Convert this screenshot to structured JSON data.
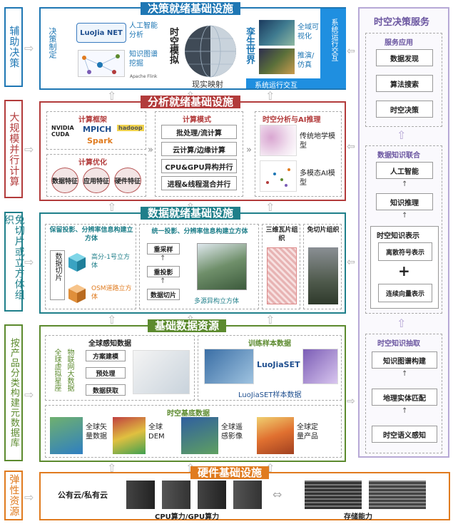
{
  "sidebar": {
    "items": [
      {
        "label": "辅助决策",
        "color": "#1f77b4"
      },
      {
        "label": "大规模并行计算",
        "color": "#b23b3b"
      },
      {
        "label": "免切片或立方体组织",
        "color": "#1f7f8a"
      },
      {
        "label": "按产品分类构建元数据库",
        "color": "#5c8a2e"
      },
      {
        "label": "弹性资源",
        "color": "#e07b1f"
      }
    ]
  },
  "decision_layer": {
    "title": "决策就绪基础设施",
    "items": {
      "decision_making": "决策制定",
      "ai_analysis": "人工智能分析",
      "knowledge_mining": "知识图谱挖掘",
      "spatiotemporal_model": "时空模拟",
      "twin_world": "孪生世界",
      "reality_mapping": "现实映射",
      "full_domain_vis": "全域可视化",
      "deduction_sim": "推演/仿真",
      "system_interaction_vertical": "系统运行交互",
      "system_interaction": "系统运行交互",
      "luojia_logo": "LuoJia NET",
      "flink_label": "Apache Flink"
    }
  },
  "analysis_layer": {
    "title": "分析就绪基础设施",
    "compute_framework": {
      "title": "计算框架",
      "logos": [
        "NVIDIA CUDA",
        "MPICH",
        "hadoop",
        "Spark"
      ]
    },
    "compute_opt": {
      "title": "计算优化",
      "pills": [
        "数据特征",
        "应用特征",
        "硬件特征"
      ]
    },
    "compute_mode": {
      "title": "计算模式",
      "items": [
        "批处理/流计算",
        "云计算/边缘计算",
        "CPU&GPU异构并行",
        "进程&线程混合并行"
      ]
    },
    "spatio_ai": {
      "title": "时空分析与AI推理",
      "items": [
        "传统地学模型",
        "多模态AI模型"
      ]
    }
  },
  "data_layer": {
    "title": "数据就绪基础设施",
    "cube_section": {
      "title": "保留投影、分辨率信息构建立方体",
      "slice_label": "数据切片",
      "cubes": [
        "高分-1号立方体",
        "OSM道路立方体"
      ]
    },
    "unify_section": {
      "title": "统一投影、分辨率信息构建立方体",
      "steps": [
        "重采样",
        "重投影",
        "数据切片"
      ],
      "result": "多源异构立方体"
    },
    "tile_section": {
      "title": "三维瓦片组织"
    },
    "free_section": {
      "title": "免切片组织"
    }
  },
  "base_layer": {
    "title": "基础数据资源",
    "global_sense": {
      "title": "全球感知数据",
      "left_col1": "全球虚拟星座",
      "left_col2": "物联网大数据",
      "steps": [
        "方案建模",
        "预处理",
        "数据获取"
      ]
    },
    "training": {
      "title": "训练样本数据",
      "luojia_set": "LuoJiaSET",
      "caption": "LuoJiaSET样本数据"
    },
    "base_data": {
      "title": "时空基底数据",
      "items": [
        "全球矢量数据",
        "全球DEM",
        "全球遥感影像",
        "全球定量产品"
      ]
    }
  },
  "hardware_layer": {
    "title": "硬件基础设施",
    "cloud": "公有云/私有云",
    "cpu_gpu": "CPU算力/GPU算力",
    "storage": "存储能力"
  },
  "right_panel": {
    "title": "时空决策服务",
    "service": {
      "title": "服务应用",
      "items": [
        "数据发现",
        "算法搜索",
        "时空决策"
      ]
    },
    "union": {
      "title": "数据知识联合",
      "items": [
        "人工智能",
        "知识推理"
      ],
      "repr_title": "时空知识表示",
      "repr_items": [
        "离散符号表示",
        "连续向量表示"
      ],
      "plus": "+"
    },
    "extract": {
      "title": "时空知识抽取",
      "items": [
        "知识图谱构建",
        "地理实体匹配",
        "时空语义感知"
      ]
    }
  },
  "colors": {
    "blue": "#1f77b4",
    "red": "#b23b3b",
    "teal": "#1f7f8a",
    "green": "#5c8a2e",
    "orange": "#e07b1f",
    "lavender": "#b7a9d6"
  }
}
